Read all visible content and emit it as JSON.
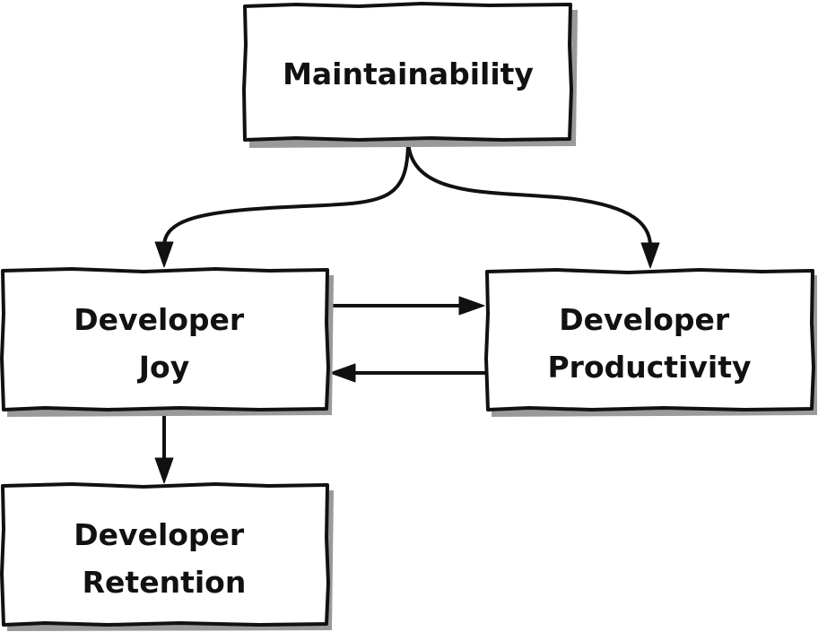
{
  "nodes": {
    "maintainability": {
      "lines": [
        "Maintainability"
      ]
    },
    "joy": {
      "lines": [
        "Developer",
        "Joy"
      ]
    },
    "productivity": {
      "lines": [
        "Developer",
        "Productivity"
      ]
    },
    "retention": {
      "lines": [
        "Developer",
        "Retention"
      ]
    }
  },
  "edges": [
    {
      "from": "maintainability",
      "to": "joy"
    },
    {
      "from": "maintainability",
      "to": "productivity"
    },
    {
      "from": "joy",
      "to": "productivity"
    },
    {
      "from": "productivity",
      "to": "joy"
    },
    {
      "from": "joy",
      "to": "retention"
    }
  ],
  "colors": {
    "stroke": "#111111",
    "fill": "#ffffff",
    "shadow": "#9a9a9a"
  }
}
